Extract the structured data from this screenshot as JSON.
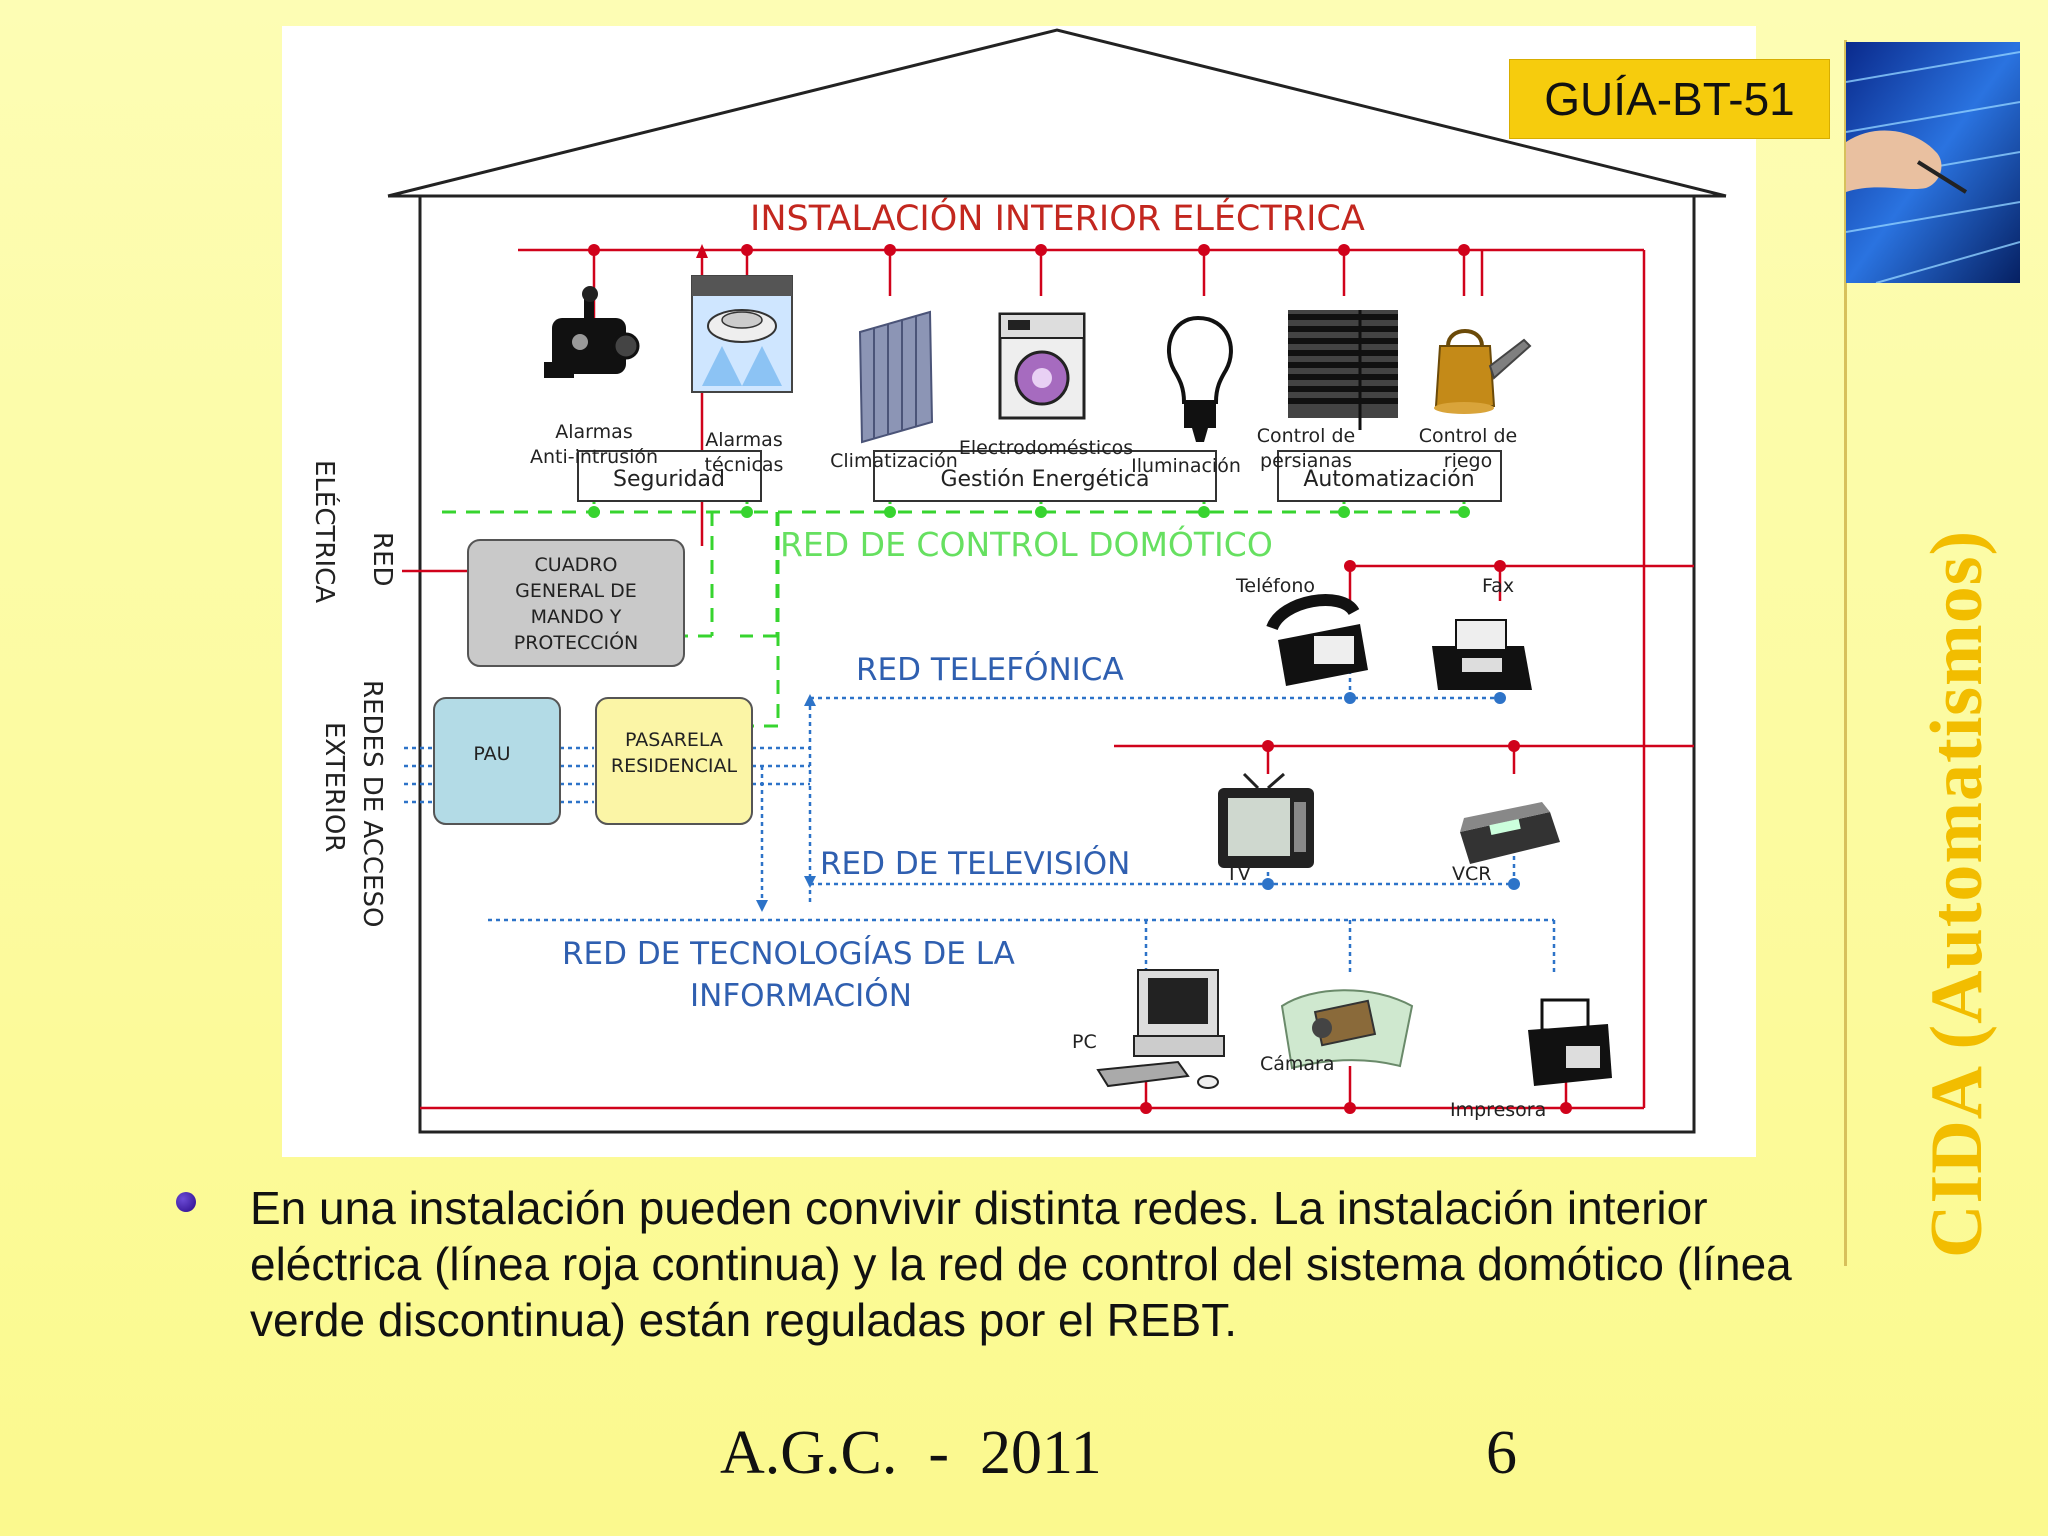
{
  "slide": {
    "guide_badge": "GUÍA-BT-51",
    "side_title": "CIDA (Automatismos)",
    "bullet": "En una instalación pueden convivir distinta redes. La instalación interior eléctrica (línea roja continua) y la red de control del sistema domótico (línea verde discontinua) están reguladas por el REBT.",
    "footer_left": "A.G.C.  -  2011",
    "page_number": "6"
  },
  "diagram": {
    "title": "INSTALACIÓN INTERIOR ELÉCTRICA",
    "devices": {
      "alarm_intrusion": [
        "Alarmas",
        "Anti-intrusión"
      ],
      "alarm_technical": [
        "Alarmas",
        "técnicas"
      ],
      "climatization": "Climatización",
      "appliances": "Electrodomésticos",
      "lighting": "Iluminación",
      "blinds": [
        "Control de",
        "persianas"
      ],
      "irrigation": [
        "Control de",
        "riego"
      ]
    },
    "groups": {
      "security": "Seguridad",
      "energy": "Gestión Energética",
      "automation": "Automatización"
    },
    "networks": {
      "control": "RED DE CONTROL DOMÓTICO",
      "phone": "RED TELEFÓNICA",
      "tv": "RED DE TELEVISIÓN",
      "it": [
        "RED DE TECNOLOGÍAS DE LA",
        "INFORMACIÓN"
      ]
    },
    "side_labels": {
      "electric": [
        "RED",
        "ELÉCTRICA"
      ],
      "access": [
        "REDES DE ACCESO",
        "EXTERIOR"
      ]
    },
    "boxes": {
      "main_panel": [
        "CUADRO",
        "GENERAL DE",
        "MANDO Y",
        "PROTECCIÓN"
      ],
      "pau": "PAU",
      "gateway": [
        "PASARELA",
        "RESIDENCIAL"
      ]
    },
    "endpoints": {
      "phone": "Teléfono",
      "fax": "Fax",
      "tv": "TV",
      "vcr": "VCR",
      "pc": "PC",
      "camera": "Cámara",
      "printer": "Impresora"
    },
    "colors": {
      "electric": "#d0021b",
      "control": "#37d42f",
      "data": "#2d73c8",
      "text_red": "#c3271f",
      "text_blue": "#2f5fb0",
      "panel": "#c9c9c9",
      "pau": "#b3dbe6",
      "gateway": "#fbf5a6"
    }
  }
}
